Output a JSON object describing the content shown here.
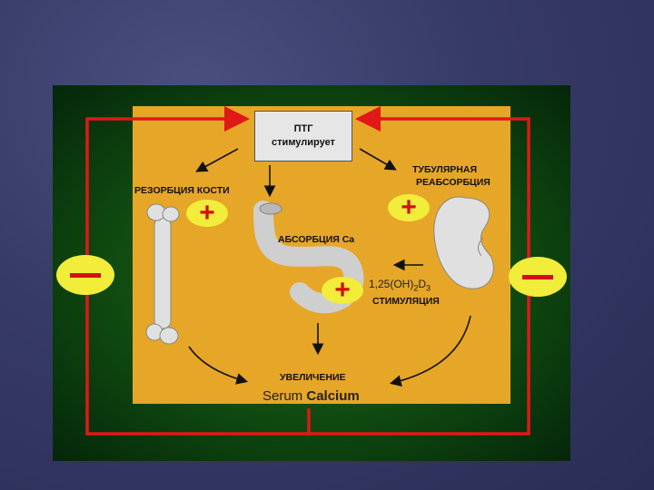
{
  "ptg_box": {
    "line1": "ПТГ",
    "line2": "стимулирует"
  },
  "labels": {
    "bone": "РЕЗОРБЦИЯ КОСТИ",
    "tubular1": "ТУБУЛЯРНАЯ",
    "tubular2": "РЕАБСОРБЦИЯ",
    "absorption": "АБСОРБЦИЯ Ca",
    "stimulation": "СТИМУЛЯЦИЯ",
    "increase": "УВЕЛИЧЕНИЕ",
    "serum_1": "Serum",
    "serum_2": "Calcium"
  },
  "vitamin_d": {
    "pre": "1,25(OH)",
    "sub1": "2",
    "mid": "D",
    "sub2": "3"
  },
  "signs": {
    "plus": "+"
  },
  "colors": {
    "background": "#363a66",
    "panel": "#0f4a10",
    "inner": "#e6a628",
    "feedback": "#e01818",
    "badge": "#f2ec3a"
  }
}
